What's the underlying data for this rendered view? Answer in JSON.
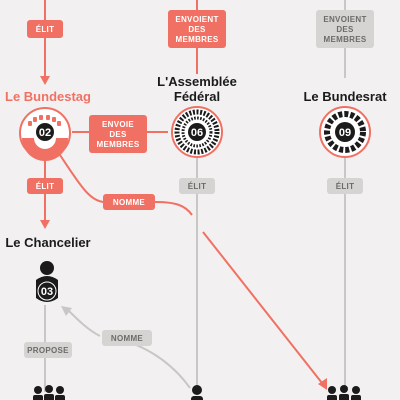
{
  "colors": {
    "accent": "#f07163",
    "accent_light": "#f3a39a",
    "gray_tag": "#d6d3d3",
    "gray_tag_text": "#6d6a6a",
    "gray_line": "#c9c6c6",
    "dark": "#1b1b1b",
    "background": "#f2f0f0"
  },
  "tags": {
    "elit_top": "ÉLIT",
    "envoient_center": [
      "ENVOIENT",
      "DES",
      "MEMBRES"
    ],
    "envoient_right": [
      "ENVOIENT",
      "DES",
      "MEMBRES"
    ],
    "envoie_left": [
      "ENVOIE",
      "DES",
      "MEMBRES"
    ],
    "elit_left": "ÉLIT",
    "elit_center": "ÉLIT",
    "elit_right": "ÉLIT",
    "nomme_red": "NOMME",
    "nomme_gray": "NOMME",
    "propose": "PROPOSE"
  },
  "institutions": {
    "bundestag": {
      "name": "Le Bundestag",
      "number": "02"
    },
    "assemblee": {
      "name_line1": "L'Assemblée",
      "name_line2": "Fédéral",
      "number": "06"
    },
    "bundesrat": {
      "name": "Le Bundesrat",
      "number": "09"
    },
    "chancelier": {
      "name": "Le Chancelier",
      "number": "03"
    }
  },
  "icons": {
    "bundestag": "hemicycle-seats-icon",
    "assemblee": "assembly-seats-icon",
    "bundesrat": "council-seats-icon",
    "chancelier": "person-icon",
    "bottom_left": "people-group-icon",
    "bottom_center": "person-icon",
    "bottom_right": "people-group-icon"
  }
}
